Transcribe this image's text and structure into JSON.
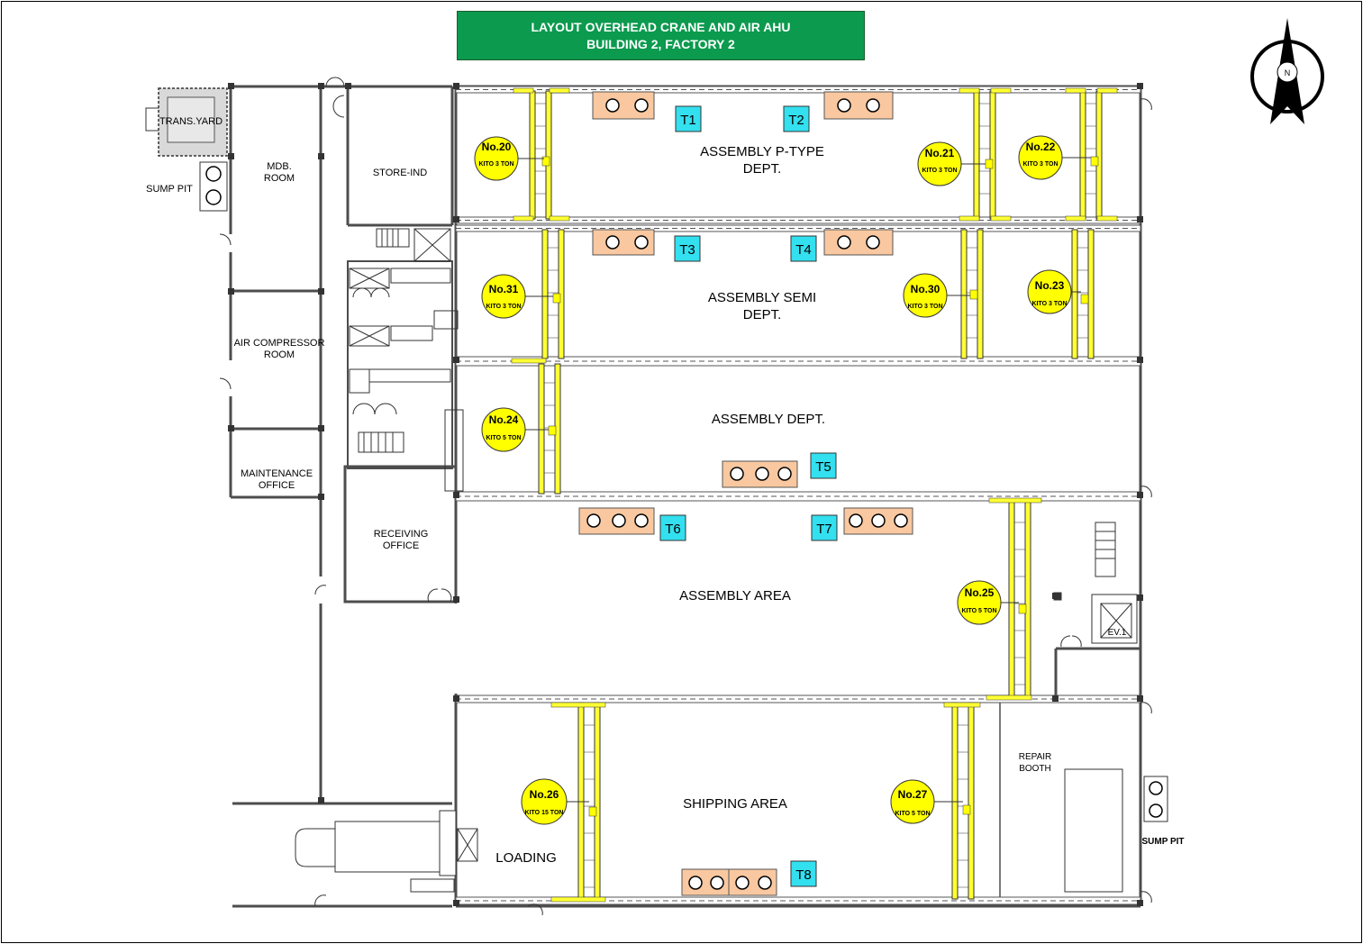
{
  "title": {
    "line1": "LAYOUT OVERHEAD CRANE AND AIR AHU",
    "line2": "BUILDING 2, FACTORY 2"
  },
  "compass": {
    "label": "N",
    "icon": "north-arrow-icon"
  },
  "rooms": {
    "trans_yard": "TRANS.YARD",
    "sump_pit_left": "SUMP PIT",
    "mdb_room": [
      "MDB.",
      "ROOM"
    ],
    "air_compressor_room": [
      "AIR COMPRESSOR",
      "ROOM"
    ],
    "maintenance_office": [
      "MAINTENANCE",
      "OFFICE"
    ],
    "store_ind": "STORE-IND",
    "receiving_office": [
      "RECEIVING",
      "OFFICE"
    ],
    "repair_booth": [
      "REPAIR",
      "BOOTH"
    ],
    "sump_pit_right": "SUMP PIT",
    "ev": "EV.1",
    "loading": "LOADING"
  },
  "departments": {
    "assembly_p_type": [
      "ASSEMBLY P-TYPE",
      "DEPT."
    ],
    "assembly_semi": [
      "ASSEMBLY SEMI",
      "DEPT."
    ],
    "assembly_dept": "ASSEMBLY DEPT.",
    "assembly_area": "ASSEMBLY AREA",
    "shipping_area": "SHIPPING AREA"
  },
  "cranes": [
    {
      "id": "No.20",
      "capacity": "KITO 3 TON"
    },
    {
      "id": "No.21",
      "capacity": "KITO 3 TON"
    },
    {
      "id": "No.22",
      "capacity": "KITO 3 TON"
    },
    {
      "id": "No.31",
      "capacity": "KITO 3 TON"
    },
    {
      "id": "No.30",
      "capacity": "KITO 3 TON"
    },
    {
      "id": "No.23",
      "capacity": "KITO 3 TON"
    },
    {
      "id": "No.24",
      "capacity": "KITO 5 TON"
    },
    {
      "id": "No.25",
      "capacity": "KITO 5 TON"
    },
    {
      "id": "No.26",
      "capacity": "KITO 15 TON"
    },
    {
      "id": "No.27",
      "capacity": "KITO 5 TON"
    }
  ],
  "ahu_units": [
    "T1",
    "T2",
    "T3",
    "T4",
    "T5",
    "T6",
    "T7",
    "T8"
  ],
  "colors": {
    "title_bg": "#0b9a4e",
    "crane_fill": "#ffff00",
    "crane_rail": "#e6e600",
    "ahu_tag": "#33e0ef",
    "fan_box": "#f9c8a0",
    "wall": "#4d4d4d"
  }
}
